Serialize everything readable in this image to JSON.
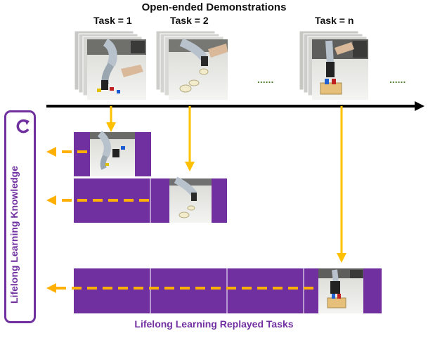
{
  "title": "Open-ended Demonstrations",
  "tasks": {
    "t1": "Task = 1",
    "t2": "Task = 2",
    "tn": "Task = n"
  },
  "ellipsis": "......",
  "side_label": "Lifelong Learning Knowledge",
  "bottom_caption": "Lifelong Learning Replayed Tasks",
  "colors": {
    "purple": "#7030a0",
    "arrow_orange": "#ffc000",
    "dash_orange": "#ffb000",
    "timeline": "#000000",
    "ellipsis_green": "#548235"
  },
  "icons": [
    "refresh-cycle-icon"
  ]
}
